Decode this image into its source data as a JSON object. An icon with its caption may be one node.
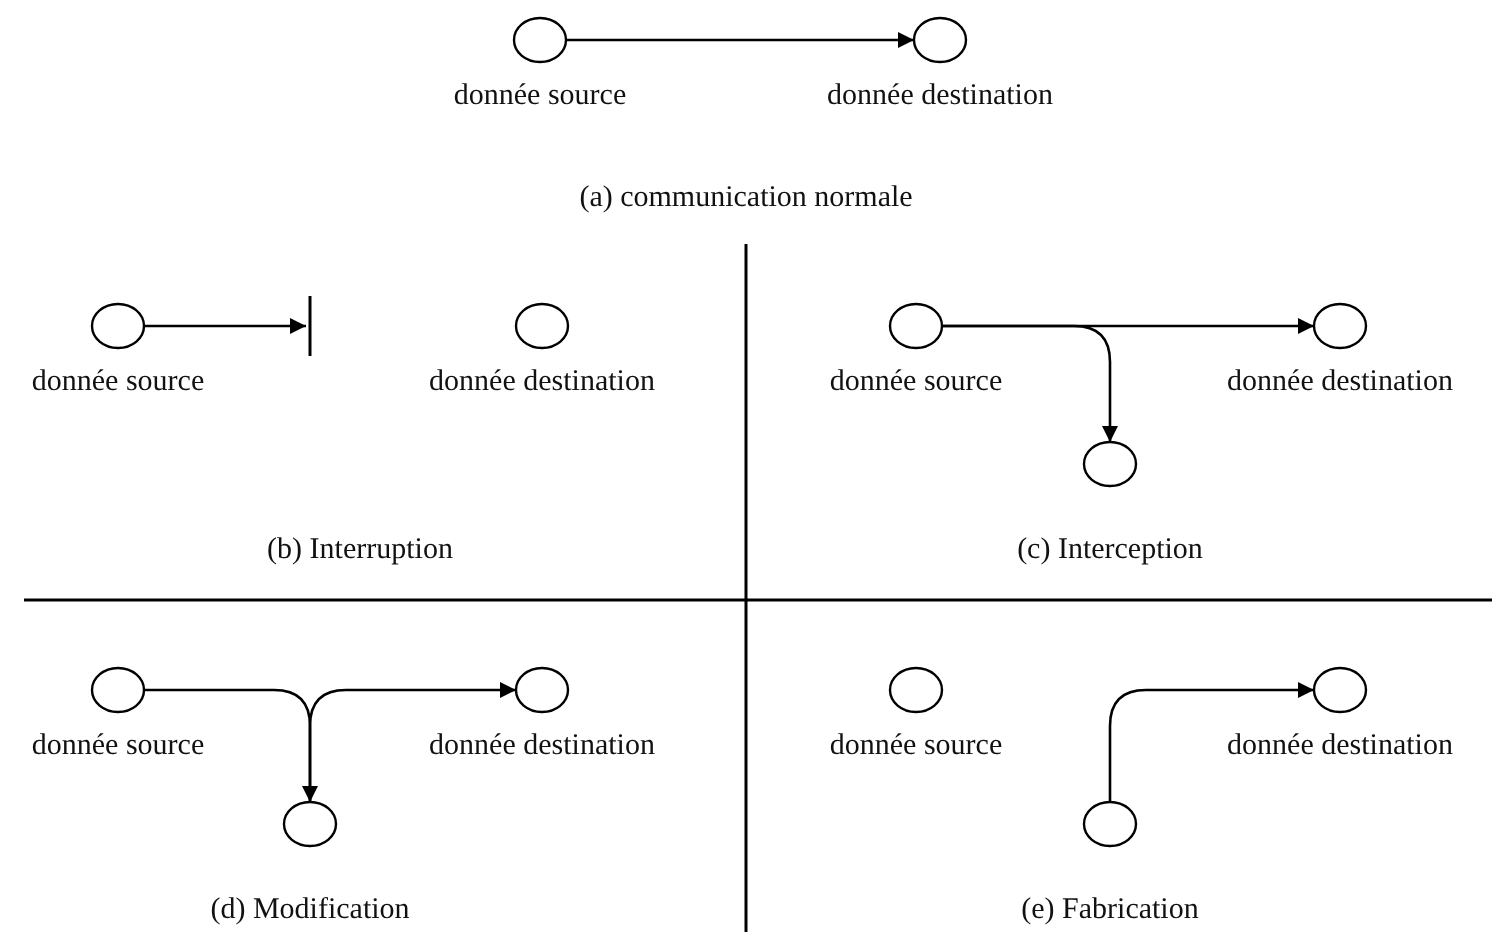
{
  "diagram": {
    "nodes": [
      {
        "text": [
          "donnée source"
        ]
      },
      {
        "text": [
          "donnée destination"
        ]
      },
      {
        "text": [
          "donnée source"
        ]
      },
      {
        "text": [
          "donnée destination"
        ]
      },
      {
        "text": [
          "donnée source"
        ]
      },
      {
        "text": [
          "donnée destination"
        ]
      },
      {
        "text": [],
        "shape": "circle"
      },
      {
        "text": [
          "donnée source"
        ]
      },
      {
        "text": [
          "donnée destination"
        ]
      },
      {
        "text": [],
        "shape": "circle"
      },
      {
        "text": [
          "donnée source"
        ]
      },
      {
        "text": [
          "donnée destination"
        ]
      },
      {
        "text": [],
        "shape": "circle"
      }
    ],
    "edges": [
      {
        "from": 0,
        "to": 1,
        "arrow": "to"
      },
      {
        "from": 2,
        "to": null,
        "arrow": "to"
      },
      {
        "from": 4,
        "to": 5,
        "arrow": "to"
      },
      {
        "from": 4,
        "to": 6,
        "arrow": "to"
      },
      {
        "from": 7,
        "to": 9,
        "arrow": "to"
      },
      {
        "from": 9,
        "to": 8,
        "arrow": "to"
      },
      {
        "from": 12,
        "to": 11,
        "arrow": "to"
      }
    ],
    "labels": [
      "(a) communication normale",
      "(b) Interruption",
      "(c) Interception",
      "(d) Modification",
      "(e) Fabrication"
    ]
  }
}
